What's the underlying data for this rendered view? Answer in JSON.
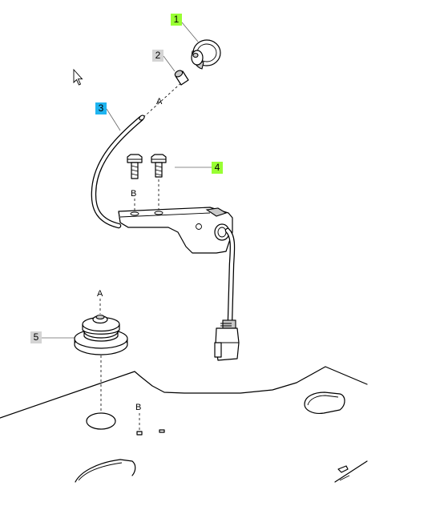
{
  "callouts": [
    {
      "number": "1",
      "color": "#99ff33"
    },
    {
      "number": "2",
      "color": "#d4d4d4"
    },
    {
      "number": "3",
      "color": "#1fb4f0"
    },
    {
      "number": "4",
      "color": "#99ff33"
    },
    {
      "number": "5",
      "color": "#d4d4d4"
    }
  ],
  "reference_letters": {
    "a_upper": "A",
    "a_lower": "A",
    "b_upper": "B",
    "b_lower": "B"
  },
  "cursor": {
    "icon": "mouse-pointer-icon"
  }
}
